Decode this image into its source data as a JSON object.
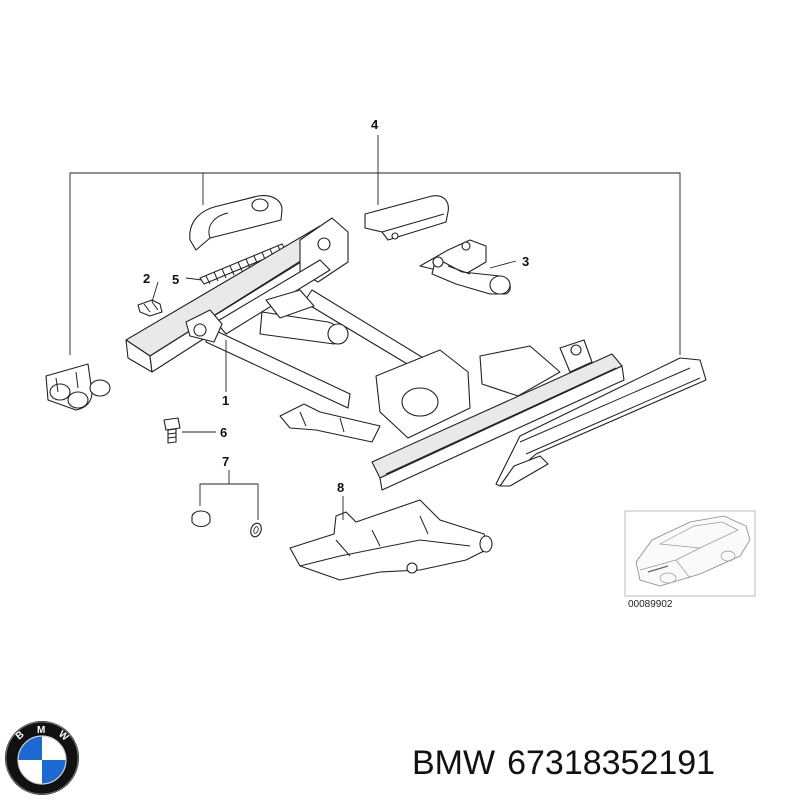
{
  "brand": "BMW",
  "part_number": "67318352191",
  "reference_code": "00089902",
  "callouts": [
    {
      "num": "1"
    },
    {
      "num": "2"
    },
    {
      "num": "3"
    },
    {
      "num": "4"
    },
    {
      "num": "5"
    },
    {
      "num": "6"
    },
    {
      "num": "7"
    },
    {
      "num": "8"
    }
  ],
  "logo": {
    "text": "BMW",
    "colors": {
      "blue": "#1c69d4",
      "white": "#ffffff",
      "black": "#111111"
    }
  }
}
